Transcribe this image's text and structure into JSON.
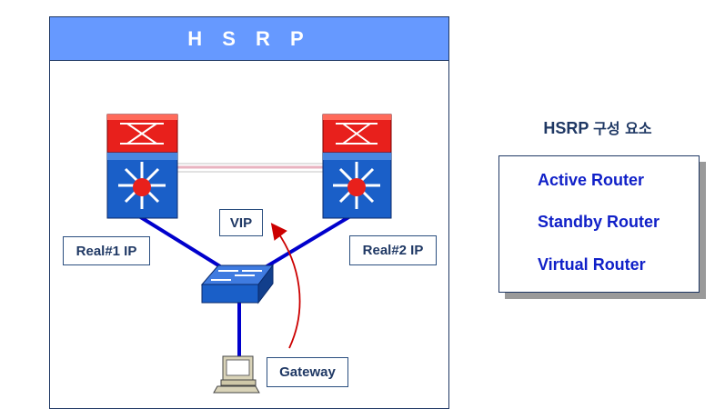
{
  "panel": {
    "title": "H S R P"
  },
  "diagram": {
    "nodes": {
      "router1": {
        "icon": "layer3-switch-icon"
      },
      "router2": {
        "icon": "layer3-switch-icon"
      },
      "switch": {
        "icon": "switch-icon"
      },
      "pc": {
        "icon": "computer-icon"
      }
    },
    "labels": {
      "vip": "VIP",
      "real1": "Real#1 IP",
      "real2": "Real#2 IP",
      "gateway": "Gateway"
    },
    "colors": {
      "header": "#6699ff",
      "link": "#0000cc",
      "arrow": "#cc0000",
      "router_top": "#e8201c",
      "router_body": "#1a5fc8"
    }
  },
  "side": {
    "title_en": "HSRP",
    "title_ko": "구성 요소",
    "items": [
      "Active Router",
      "Standby Router",
      "Virtual Router"
    ]
  }
}
